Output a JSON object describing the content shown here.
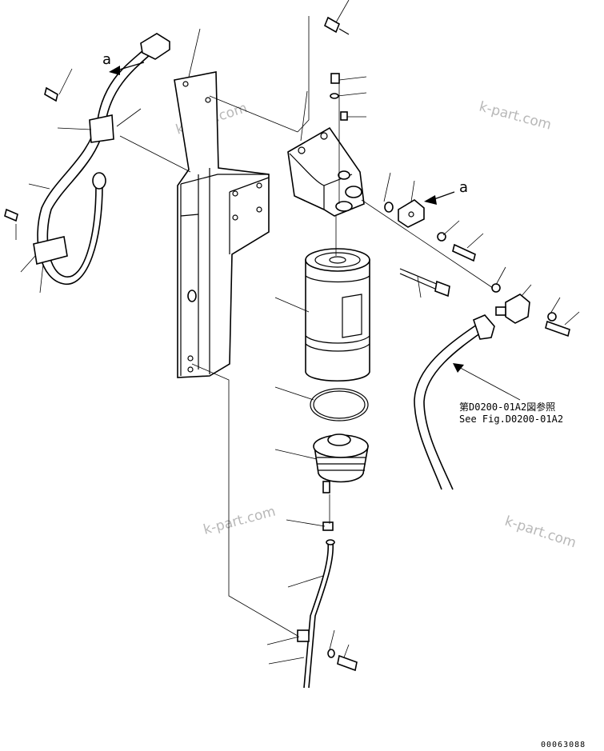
{
  "watermark": "k-part.com",
  "reference_label": "a",
  "see_figure": {
    "japanese": "第D0200-01A2図参照",
    "english": "See Fig.D0200-01A2"
  },
  "drawing_number": "00063088"
}
